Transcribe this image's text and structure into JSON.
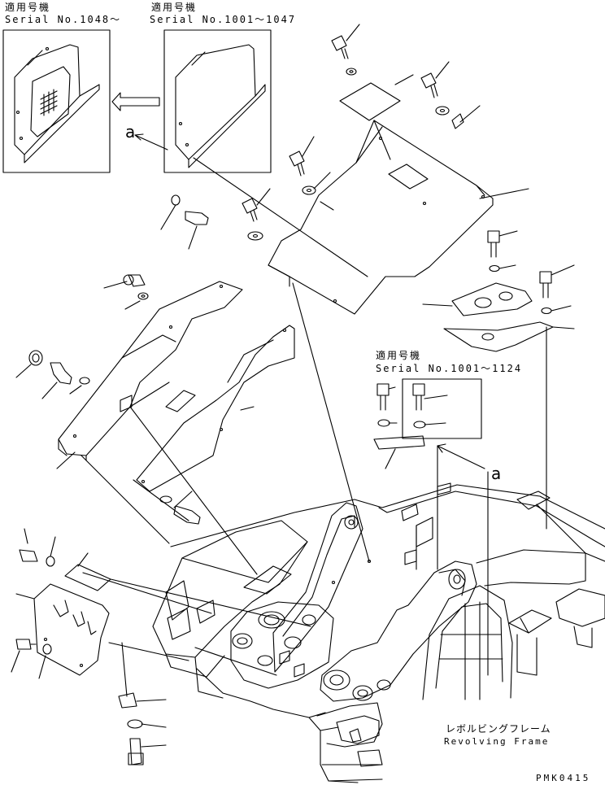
{
  "inset_left": {
    "title": "適用号機",
    "serial": "Serial No.1048～"
  },
  "inset_middle": {
    "title": "適用号機",
    "serial": "Serial No.1001～1047"
  },
  "inset_right": {
    "title": "適用号機",
    "serial": "Serial No.1001～1124"
  },
  "callout_mark": "a",
  "frame_label": {
    "japanese": "レボルビングフレーム",
    "english": "Revolving Frame"
  },
  "drawing_code": "PMK0415"
}
